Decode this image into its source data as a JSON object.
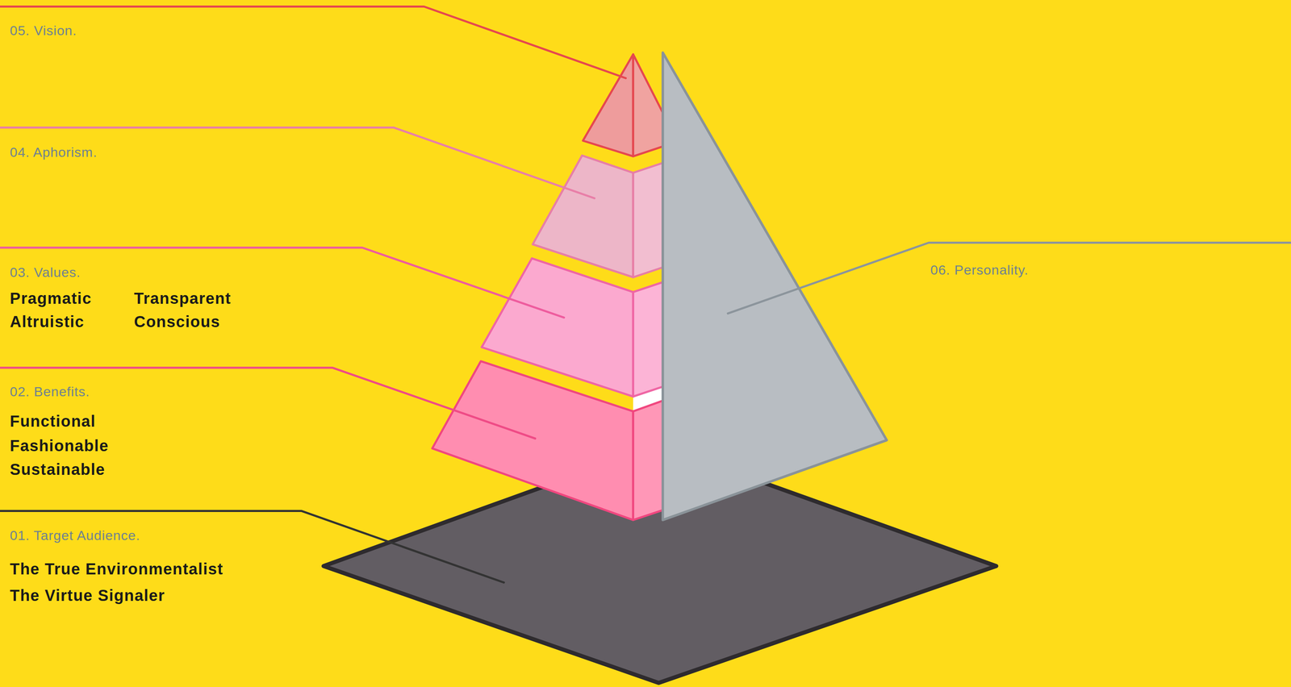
{
  "diagram": {
    "labels": [
      "05. Vision.",
      "04. Aphorism.",
      "03. Values.",
      "Pragmatic",
      "Transparent",
      "Altruistic",
      "Conscious",
      "02. Benefits.",
      "Functional",
      "Fashionable",
      "Sustainable",
      "01. Target Audience.",
      "The True Environmentalist",
      "The Virtue Signaler",
      "06. Personality."
    ]
  }
}
